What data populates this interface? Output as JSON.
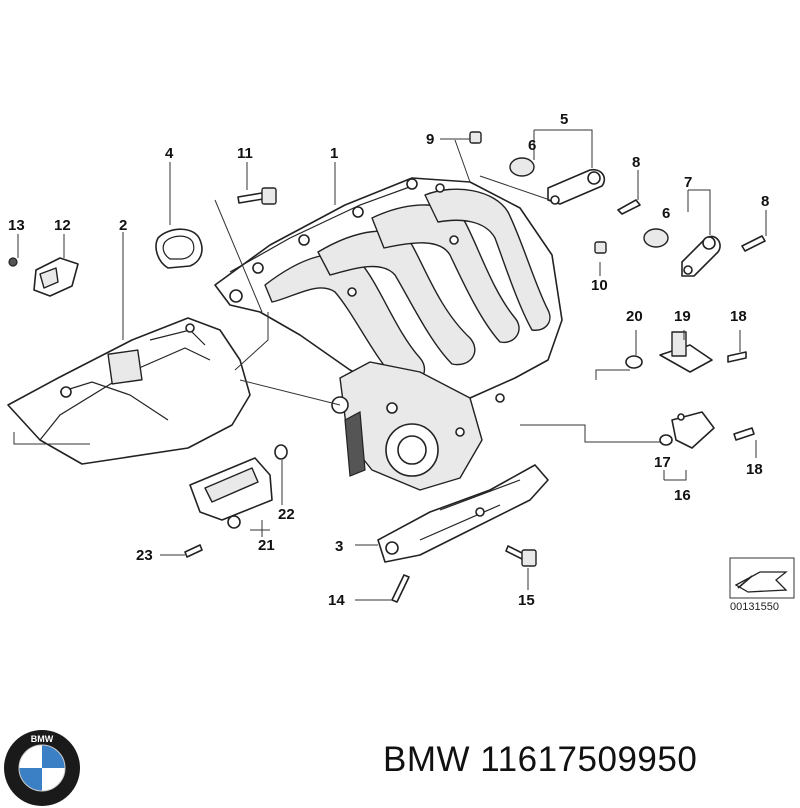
{
  "diagram": {
    "callouts": {
      "c1": "1",
      "c2": "2",
      "c3": "3",
      "c4": "4",
      "c5": "5",
      "c6a": "6",
      "c6b": "6",
      "c7": "7",
      "c8a": "8",
      "c8b": "8",
      "c9": "9",
      "c10": "10",
      "c11": "11",
      "c12": "12",
      "c13": "13",
      "c14": "14",
      "c15": "15",
      "c16": "16",
      "c17": "17",
      "c18a": "18",
      "c18b": "18",
      "c19": "19",
      "c20": "20",
      "c21": "21",
      "c22": "22",
      "c23": "23"
    },
    "reference_number": "00131550"
  },
  "logo": {
    "letters": "BMW",
    "colors": {
      "ring": "#1a1a1a",
      "blue": "#3b7fc4",
      "white": "#ffffff"
    }
  },
  "caption": {
    "brand": "BMW",
    "part_number": "11617509950"
  }
}
